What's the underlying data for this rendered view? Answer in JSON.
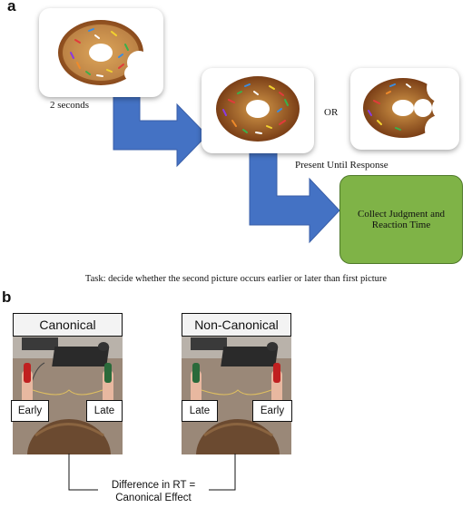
{
  "panel_a": {
    "letter": "a",
    "first_delay": "2 seconds",
    "or_label": "OR",
    "present_label": "Present Until Response",
    "collect_label_line1": "Collect Judgment and",
    "collect_label_line2": "Reaction Time",
    "task_text": "Task: decide whether the second picture occurs earlier or later than first picture",
    "colors": {
      "arrow": "#4472c4",
      "green_box": "#7fb347"
    }
  },
  "panel_b": {
    "letter": "b",
    "canonical_title": "Canonical",
    "noncanonical_title": "Non-Canonical",
    "canonical_left": "Early",
    "canonical_right": "Late",
    "noncanonical_left": "Late",
    "noncanonical_right": "Early",
    "difference_line1": "Difference in RT =",
    "difference_line2": "Canonical Effect"
  }
}
